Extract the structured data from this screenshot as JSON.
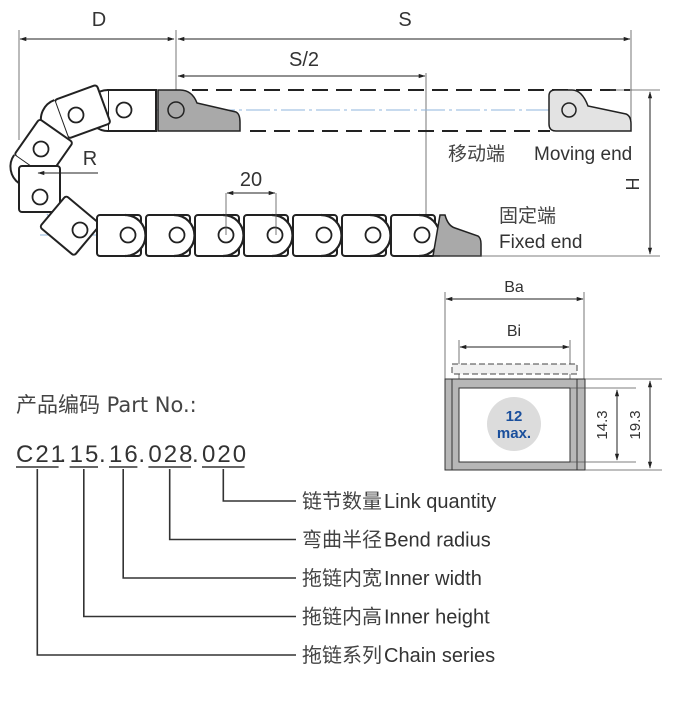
{
  "side_view": {
    "dim_D": "D",
    "dim_S": "S",
    "dim_S_half": "S/2",
    "dim_R": "R",
    "dim_pitch": "20",
    "dim_H": "H",
    "moving_end": {
      "cn": "移动端",
      "en": "Moving end"
    },
    "fixed_end": {
      "cn": "固定端",
      "en": "Fixed end"
    }
  },
  "cross_section": {
    "dim_Ba": "Ba",
    "dim_Bi": "Bi",
    "inner_height": "14.3",
    "outer_height": "19.3",
    "max_cable_value": "12",
    "max_cable_label": "max.",
    "accent_color": "#1a4f9c"
  },
  "part_number": {
    "title": "产品编码 Part No.:",
    "segments": [
      "C21",
      "15",
      "16",
      "028",
      "020"
    ],
    "separator": ".",
    "legend": [
      {
        "cn": "链节数量",
        "en": "Link quantity"
      },
      {
        "cn": "弯曲半径",
        "en": "Bend radius"
      },
      {
        "cn": "拖链内宽",
        "en": "Inner width"
      },
      {
        "cn": "拖链内高",
        "en": "Inner height"
      },
      {
        "cn": "拖链系列",
        "en": "Chain series"
      }
    ]
  }
}
